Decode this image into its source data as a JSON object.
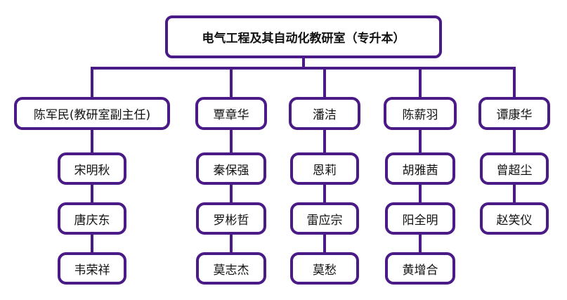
{
  "colors": {
    "border": "#4a1a86",
    "line": "#4a1a86",
    "background": "#ffffff",
    "text": "#111111"
  },
  "root": {
    "label": "电气工程及其自动化教研室（专升本）"
  },
  "groups": [
    {
      "head": "陈军民(教研室副主任)",
      "members": [
        "宋明秋",
        "唐庆东",
        "韦荣祥"
      ]
    },
    {
      "head": "覃章华",
      "members": [
        "秦保强",
        "罗彬哲",
        "莫志杰"
      ]
    },
    {
      "head": "潘洁",
      "members": [
        "恩莉",
        "雷应宗",
        "莫愁"
      ]
    },
    {
      "head": "陈薪羽",
      "members": [
        "胡雅茜",
        "阳全明",
        "黄增合"
      ]
    },
    {
      "head": "谭康华",
      "members": [
        "曾超尘",
        "赵笑仪"
      ]
    }
  ]
}
